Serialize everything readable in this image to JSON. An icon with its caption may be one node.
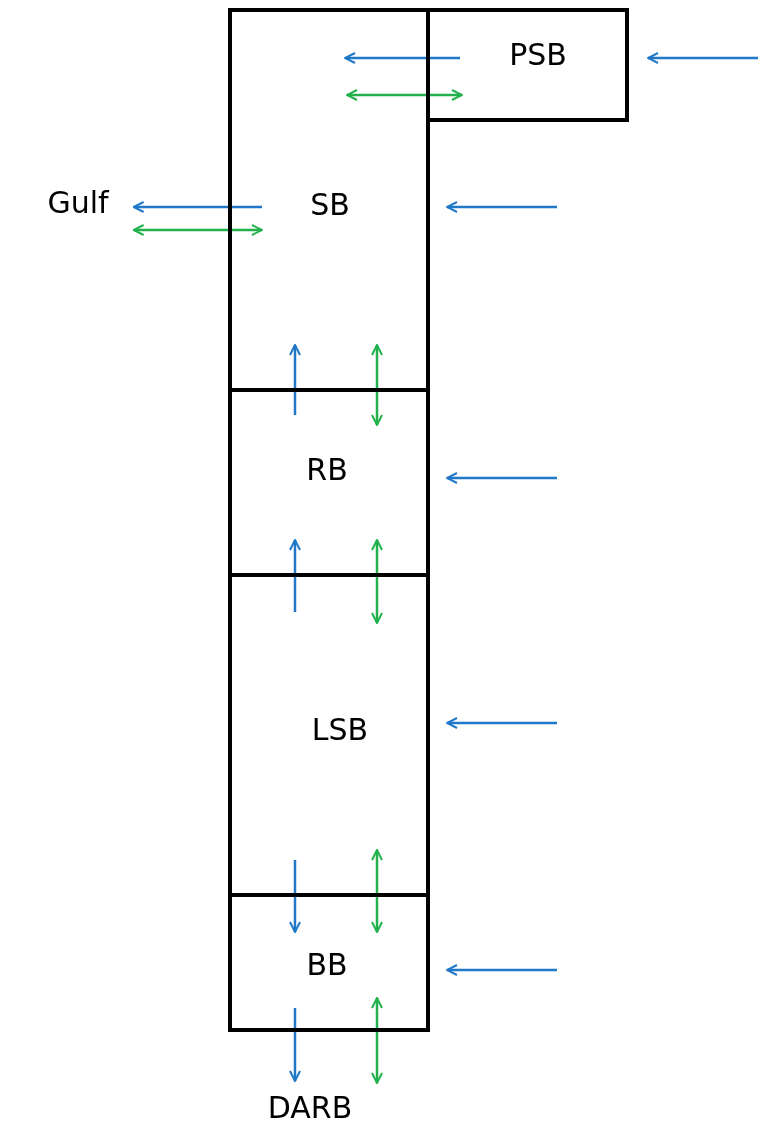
{
  "diagram": {
    "nodes": [
      {
        "text": [
          "PSB"
        ]
      },
      {
        "text": [
          "SB"
        ]
      },
      {
        "text": [
          "RB"
        ]
      },
      {
        "text": [
          "LSB"
        ]
      },
      {
        "text": [
          "BB"
        ]
      },
      {
        "text": [
          "Gulf"
        ]
      },
      {
        "text": [
          "DARB"
        ]
      }
    ],
    "edges": [
      {
        "from": null,
        "to": 0,
        "arrow": "to"
      },
      {
        "from": 0,
        "to": 1,
        "arrow": "to"
      },
      {
        "from": 0,
        "to": 1,
        "arrow": "both",
        "color": "#22b14c"
      },
      {
        "from": 1,
        "to": 5,
        "arrow": "to"
      },
      {
        "from": 5,
        "to": 1,
        "arrow": "both",
        "color": "#22b14c"
      },
      {
        "from": null,
        "to": 1,
        "arrow": "to"
      },
      {
        "from": 2,
        "to": 1,
        "arrow": "to"
      },
      {
        "from": 1,
        "to": 2,
        "arrow": "both",
        "color": "#22b14c"
      },
      {
        "from": null,
        "to": 2,
        "arrow": "to"
      },
      {
        "from": 3,
        "to": 2,
        "arrow": "to"
      },
      {
        "from": 2,
        "to": 3,
        "arrow": "both",
        "color": "#22b14c"
      },
      {
        "from": null,
        "to": 3,
        "arrow": "to"
      },
      {
        "from": 3,
        "to": 4,
        "arrow": "to"
      },
      {
        "from": 3,
        "to": 4,
        "arrow": "both",
        "color": "#22b14c"
      },
      {
        "from": null,
        "to": 4,
        "arrow": "to"
      },
      {
        "from": 4,
        "to": 6,
        "arrow": "to"
      },
      {
        "from": 4,
        "to": 6,
        "arrow": "both",
        "color": "#22b14c"
      }
    ]
  }
}
